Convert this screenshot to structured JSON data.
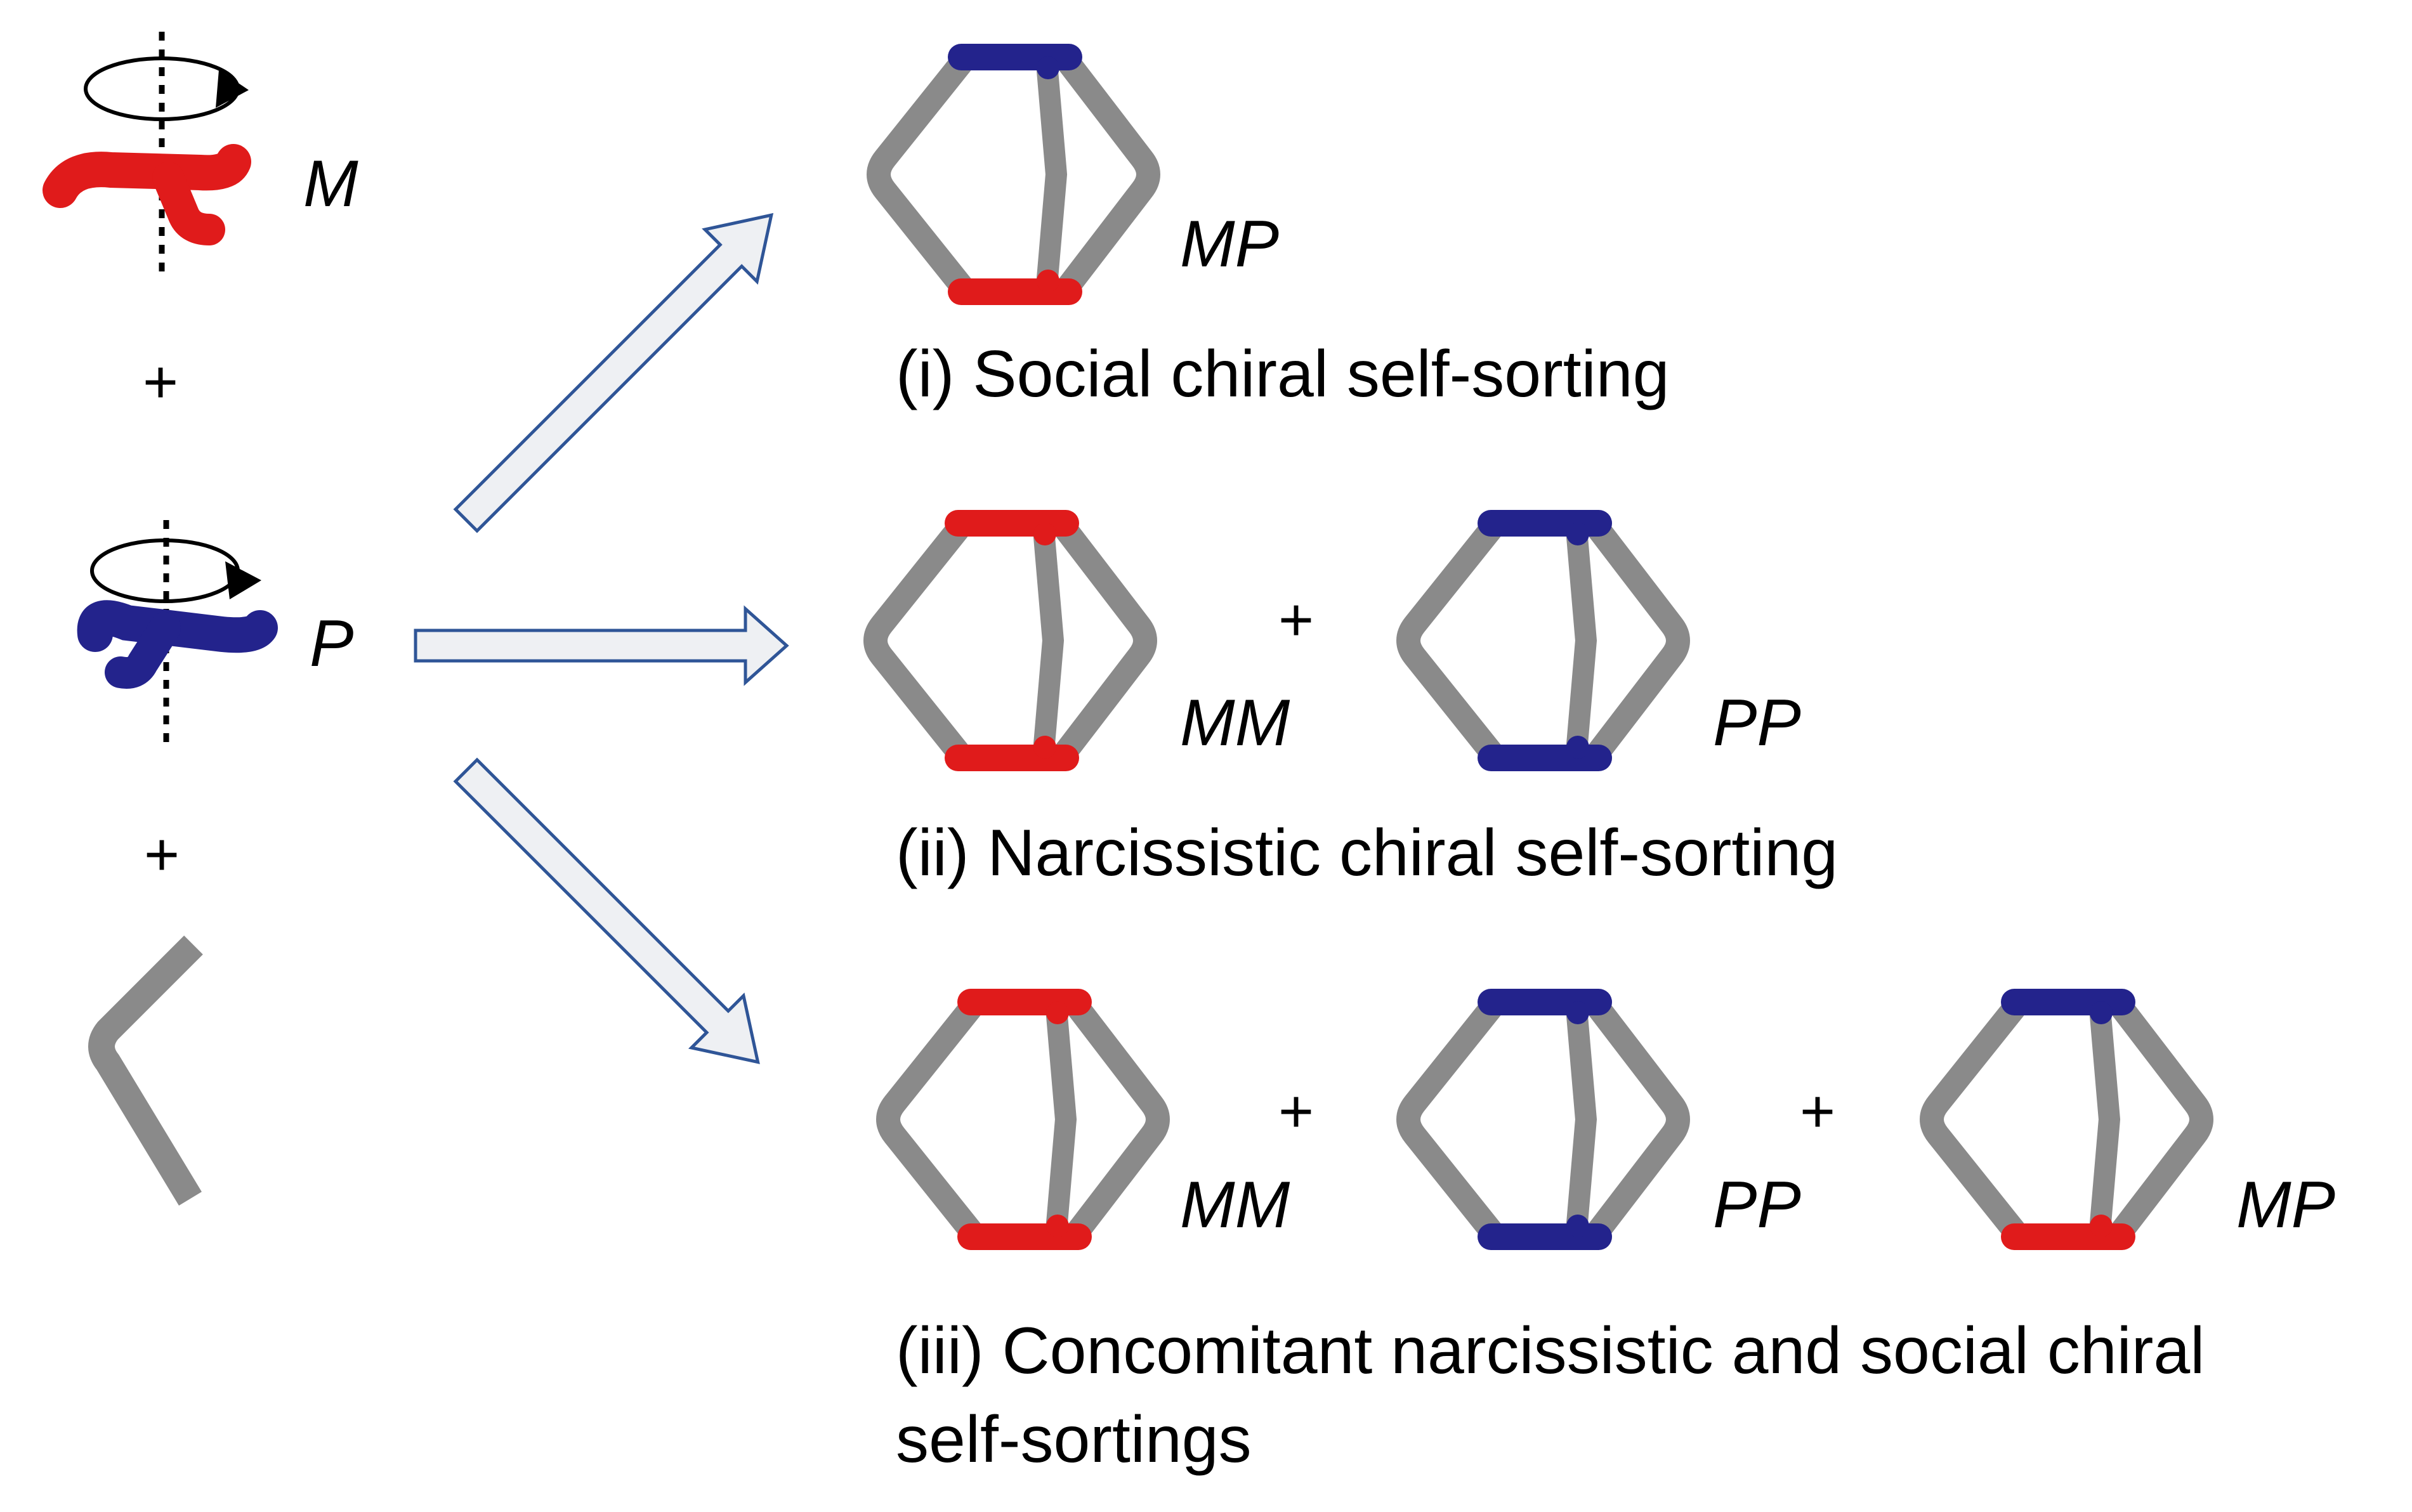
{
  "colors": {
    "m_red": "#e01b1b",
    "p_blue": "#23238c",
    "linker_gray": "#8a8a8a",
    "arrow_fill": "#eef0f3",
    "arrow_stroke": "#2f5597",
    "text": "#000000"
  },
  "reactants": {
    "m_label": "M",
    "p_label": "P",
    "plus_1": "+",
    "plus_2": "+",
    "m_rotation_icon": "counterclockwise-rotation-arrow-icon",
    "p_rotation_icon": "clockwise-rotation-arrow-icon"
  },
  "outcomes": [
    {
      "caption": "(i) Social chiral self-sorting",
      "cages": [
        {
          "label": "MP",
          "top": "p_blue",
          "bottom": "m_red"
        }
      ],
      "plus_signs": []
    },
    {
      "caption": "(ii) Narcissistic chiral self-sorting",
      "cages": [
        {
          "label": "MM",
          "top": "m_red",
          "bottom": "m_red"
        },
        {
          "label": "PP",
          "top": "p_blue",
          "bottom": "p_blue"
        }
      ],
      "plus_signs": [
        "+"
      ]
    },
    {
      "caption_line1": "(iii) Concomitant narcissistic and social chiral",
      "caption_line2": "self-sortings",
      "cages": [
        {
          "label": "MM",
          "top": "m_red",
          "bottom": "m_red"
        },
        {
          "label": "PP",
          "top": "p_blue",
          "bottom": "p_blue"
        },
        {
          "label": "MP",
          "top": "p_blue",
          "bottom": "m_red"
        }
      ],
      "plus_signs": [
        "+",
        "+"
      ]
    }
  ]
}
